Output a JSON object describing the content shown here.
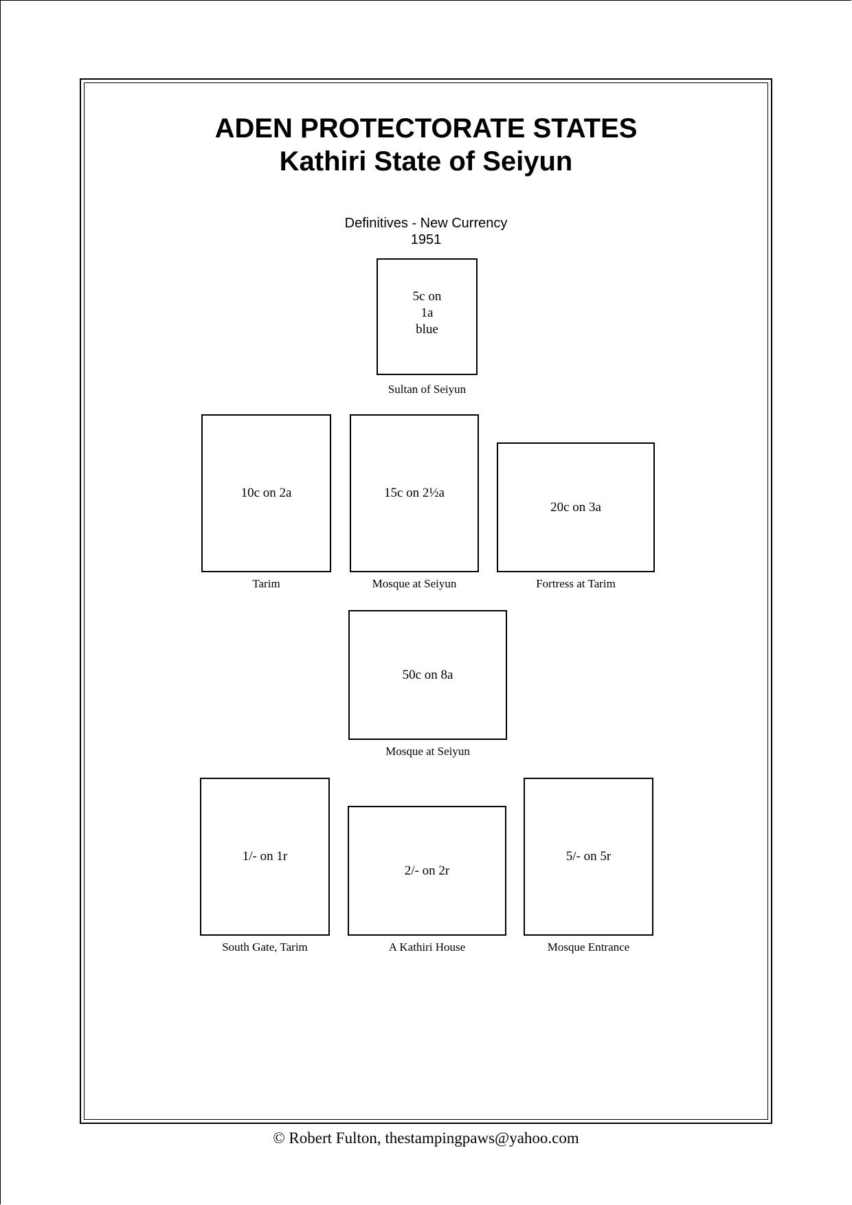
{
  "header": {
    "title": "ADEN PROTECTORATE STATES",
    "subtitle": "Kathiri State of Seiyun"
  },
  "section": {
    "heading": "Definitives - New Currency",
    "year": "1951"
  },
  "stamps": [
    {
      "value": "5c on\n1a\nblue",
      "caption": "Sultan of Seiyun"
    },
    {
      "value": "10c on 2a",
      "caption": "Tarim"
    },
    {
      "value": "15c on 2½a",
      "caption": "Mosque at Seiyun"
    },
    {
      "value": "20c on 3a",
      "caption": "Fortress at Tarim"
    },
    {
      "value": "50c on 8a",
      "caption": "Mosque at Seiyun"
    },
    {
      "value": "1/- on 1r",
      "caption": "South Gate, Tarim"
    },
    {
      "value": "2/- on 2r",
      "caption": "A Kathiri House"
    },
    {
      "value": "5/- on 5r",
      "caption": "Mosque Entrance"
    }
  ],
  "footer": {
    "copyright": "© Robert Fulton, thestampingpaws@yahoo.com"
  }
}
